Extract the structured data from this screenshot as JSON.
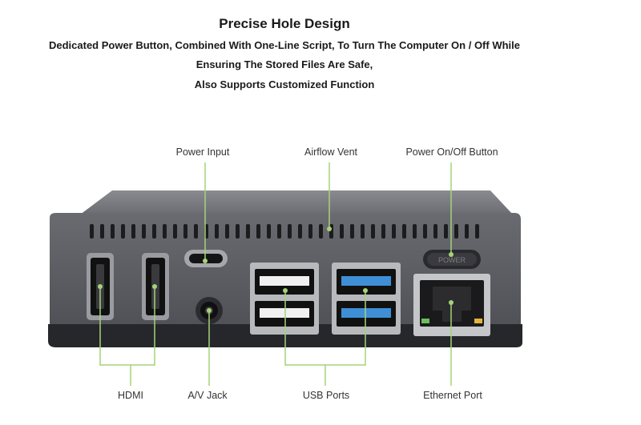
{
  "header": {
    "title": "Precise Hole  Design",
    "line1": "Dedicated Power Button, Combined With One-Line Script, To Turn The Computer On / Off While",
    "line2": "Ensuring The Stored Files Are Safe,",
    "line3": "Also Supports Customized Function"
  },
  "callouts": {
    "power_input": "Power Input",
    "airflow_vent": "Airflow Vent",
    "power_button": "Power On/Off Button",
    "hdmi": "HDMI",
    "av_jack": "A/V Jack",
    "usb_ports": "USB Ports",
    "ethernet_port": "Ethernet Port"
  },
  "device": {
    "button_text": "POWER"
  },
  "colors": {
    "leader_line": "#a6d27a",
    "case_body": "#5f6066",
    "usb3_blue": "#3f8fd6"
  }
}
